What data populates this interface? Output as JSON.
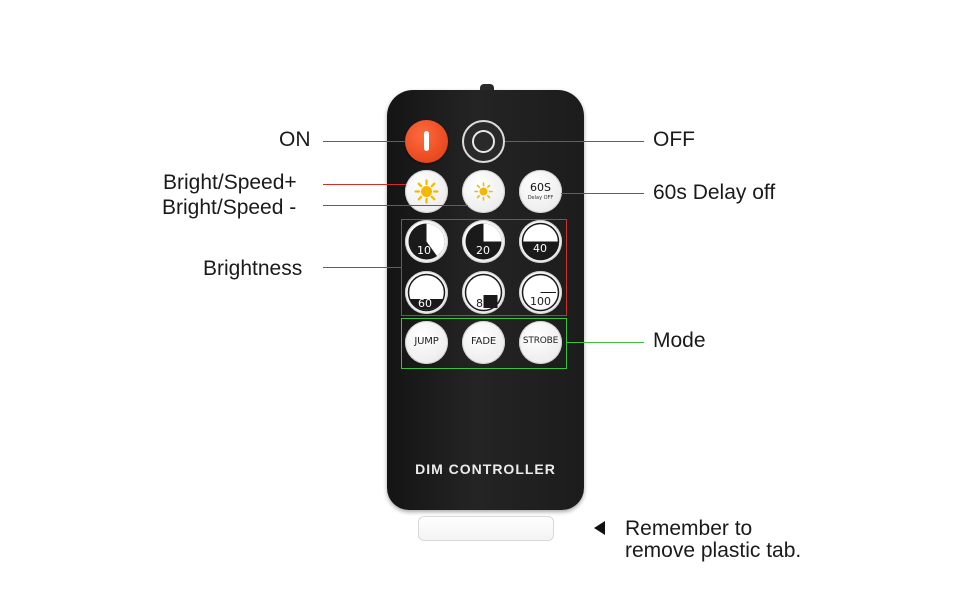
{
  "callouts": {
    "on": "ON",
    "off": "OFF",
    "bright_speed_plus": "Bright/Speed+",
    "bright_speed_minus": "Bright/Speed -",
    "delay_off": "60s Delay off",
    "brightness": "Brightness",
    "mode": "Mode"
  },
  "remote": {
    "brand_label": "DIM CONTROLLER",
    "delay_button": {
      "main": "60S",
      "sub": "Delay OFF"
    },
    "brightness_levels": [
      "10",
      "20",
      "40",
      "60",
      "80",
      "100"
    ],
    "modes": [
      "JUMP",
      "FADE",
      "STROBE"
    ]
  },
  "tab_note": {
    "line1": "Remember to",
    "line2": "remove plastic tab."
  },
  "colors": {
    "remote_body": "#1e1e1e",
    "on_button": "#f04a1e",
    "brightness_box": "#d0302a",
    "mode_box": "#3cc13c",
    "sun_icon": "#f5b800"
  }
}
